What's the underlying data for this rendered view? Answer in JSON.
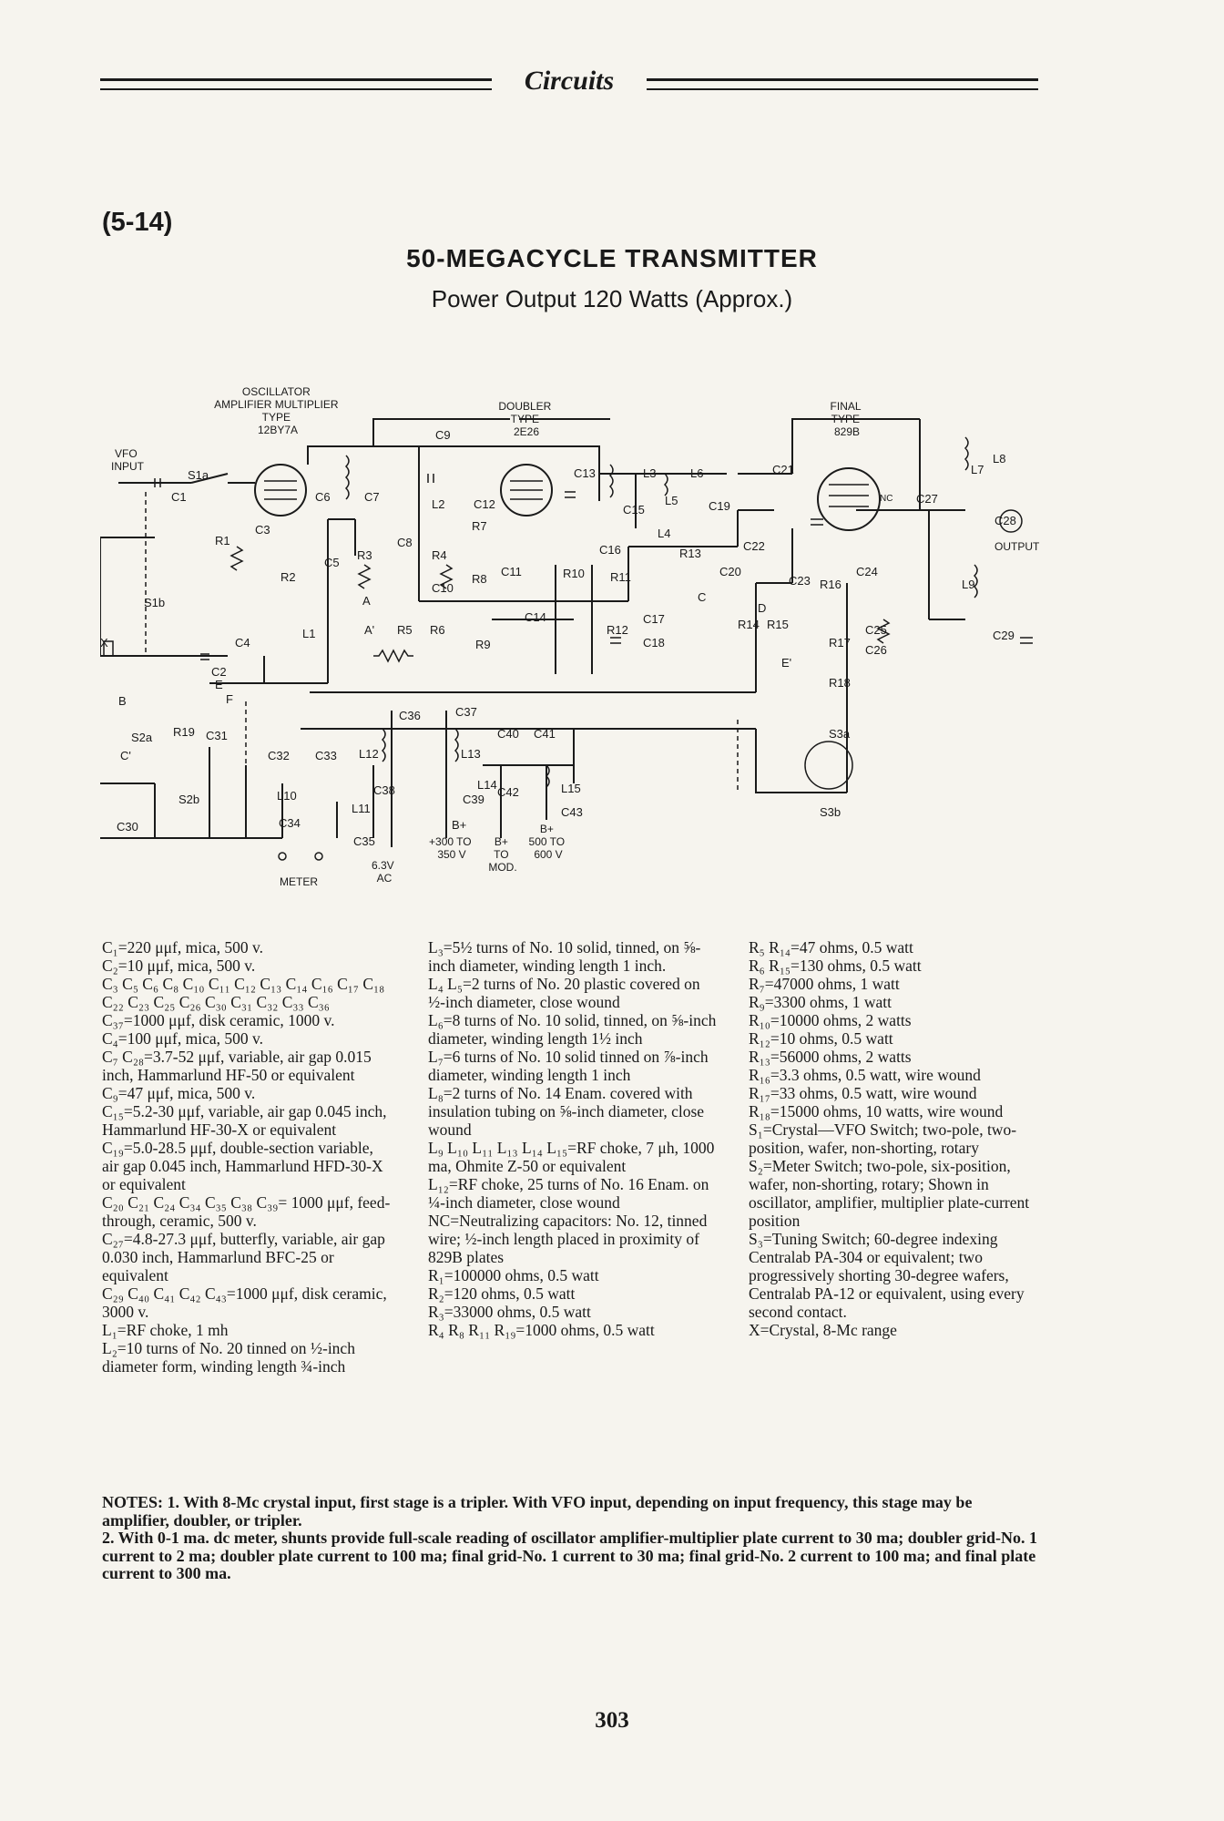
{
  "header": {
    "running_title": "Circuits"
  },
  "section_number": "(5-14)",
  "title": "50-MEGACYCLE TRANSMITTER",
  "subtitle": "Power Output 120 Watts (Approx.)",
  "schematic": {
    "stage_oscillator": [
      "OSCILLATOR",
      "AMPLIFIER MULTIPLIER",
      "TYPE",
      "12BY7A"
    ],
    "stage_doubler": [
      "DOUBLER",
      "TYPE",
      "2E26"
    ],
    "stage_final": [
      "FINAL",
      "TYPE",
      "829B"
    ],
    "vfo_input": [
      "VFO",
      "INPUT"
    ],
    "output": "OUTPUT",
    "meter": "METER",
    "supply_heater": [
      "6.3V",
      "AC"
    ],
    "supply_b1": [
      "+300 TO",
      "350 V"
    ],
    "supply_b2": [
      "B+",
      "TO",
      "MOD."
    ],
    "supply_b3": [
      "B+",
      "500 TO",
      "600 V"
    ],
    "refs": [
      "C1",
      "C2",
      "C3",
      "C4",
      "C5",
      "C6",
      "C7",
      "C8",
      "C9",
      "C10",
      "C11",
      "C12",
      "C13",
      "C14",
      "C15",
      "C16",
      "C17",
      "C18",
      "C19",
      "C20",
      "C21",
      "C22",
      "C23",
      "C24",
      "C25",
      "C26",
      "C27",
      "C28",
      "C29",
      "C30",
      "C31",
      "C32",
      "C33",
      "C34",
      "C35",
      "C36",
      "C37",
      "C38",
      "C39",
      "C40",
      "C41",
      "C42",
      "C43",
      "L1",
      "L2",
      "L3",
      "L4",
      "L5",
      "L6",
      "L7",
      "L8",
      "L9",
      "L10",
      "L11",
      "L12",
      "L13",
      "L14",
      "L15",
      "R1",
      "R2",
      "R3",
      "R4",
      "R5",
      "R6",
      "R7",
      "R8",
      "R9",
      "R10",
      "R11",
      "R12",
      "R13",
      "R14",
      "R15",
      "R16",
      "R17",
      "R18",
      "R19",
      "S1a",
      "S1b",
      "S2a",
      "S2b",
      "S3a",
      "S3b",
      "NC",
      "X",
      "A",
      "B",
      "C",
      "D",
      "E",
      "F",
      "A'",
      "C'",
      "E'",
      "B+"
    ]
  },
  "parts_list": {
    "col1": [
      "C₁=220 μμf, mica, 500 v.",
      "C₂=10 μμf, mica, 500 v.",
      "C₃ C₅ C₆ C₈ C₁₀ C₁₁ C₁₂ C₁₃ C₁₄ C₁₆ C₁₇ C₁₈ C₂₂ C₂₃ C₂₅ C₂₆ C₃₀ C₃₁ C₃₂ C₃₃ C₃₆ C₃₇=1000 μμf, disk ceramic, 1000 v.",
      "C₄=100 μμf, mica, 500 v.",
      "C₇ C₂₈=3.7-52 μμf, variable, air gap 0.015 inch, Hammarlund HF-50 or equivalent",
      "C₉=47 μμf, mica, 500 v.",
      "C₁₅=5.2-30 μμf, variable, air gap 0.045 inch, Hammarlund HF-30-X or equivalent",
      "C₁₉=5.0-28.5 μμf, double-section variable, air gap 0.045 inch, Hammarlund HFD-30-X or equivalent",
      "C₂₀ C₂₁ C₂₄ C₃₄ C₃₅ C₃₈ C₃₉= 1000 μμf, feed-through, ceramic, 500 v.",
      "C₂₇=4.8-27.3 μμf, butterfly, variable, air gap 0.030 inch, Hammarlund BFC-25 or equivalent",
      "C₂₉ C₄₀ C₄₁ C₄₂ C₄₃=1000 μμf, disk ceramic, 3000 v.",
      "L₁=RF choke, 1 mh",
      "L₂=10 turns of No. 20 tinned on ½-inch diameter form, winding length ¾-inch"
    ],
    "col2": [
      "L₃=5½ turns of No. 10 solid, tinned, on ⅝-inch diameter, winding length 1 inch.",
      "L₄ L₅=2 turns of No. 20 plastic covered on ½-inch diameter, close wound",
      "L₆=8 turns of No. 10 solid, tinned, on ⅝-inch diameter, winding length 1½ inch",
      "L₇=6 turns of No. 10 solid tinned on ⅞-inch diameter, winding length 1 inch",
      "L₈=2 turns of No. 14 Enam. covered with insulation tubing on ⅝-inch diameter, close wound",
      "L₉ L₁₀ L₁₁ L₁₃ L₁₄ L₁₅=RF choke, 7 μh, 1000 ma, Ohmite Z-50 or equivalent",
      "L₁₂=RF choke, 25 turns of No. 16 Enam. on ¼-inch diameter, close wound",
      "NC=Neutralizing capacitors: No. 12, tinned wire; ½-inch length placed in proximity of 829B plates",
      "R₁=100000 ohms, 0.5 watt",
      "R₂=120 ohms, 0.5 watt",
      "R₃=33000 ohms, 0.5 watt",
      "R₄ R₈ R₁₁ R₁₉=1000 ohms, 0.5 watt"
    ],
    "col3": [
      "R₅ R₁₄=47 ohms, 0.5 watt",
      "R₆ R₁₅=130 ohms, 0.5 watt",
      "R₇=47000 ohms, 1 watt",
      "R₉=3300 ohms, 1 watt",
      "R₁₀=10000 ohms, 2 watts",
      "R₁₂=10 ohms, 0.5 watt",
      "R₁₃=56000 ohms, 2 watts",
      "R₁₆=3.3 ohms, 0.5 watt, wire wound",
      "R₁₇=33 ohms, 0.5 watt, wire wound",
      "R₁₈=15000 ohms, 10 watts, wire wound",
      "S₁=Crystal—VFO Switch; two-pole, two-position, wafer, non-shorting, rotary",
      "S₂=Meter Switch; two-pole, six-position, wafer, non-shorting, rotary; Shown in oscillator, amplifier, multiplier plate-current position",
      "S₃=Tuning Switch; 60-degree indexing Centralab PA-304 or equivalent; two progressively shorting 30-degree wafers, Centralab PA-12 or equivalent, using every second contact.",
      "X=Crystal, 8-Mc range"
    ]
  },
  "notes": [
    "NOTES: 1. With 8-Mc crystal input, first stage is a tripler. With VFO input, depending on input frequency, this stage may be amplifier, doubler, or tripler.",
    "2. With 0-1 ma. dc meter, shunts provide full-scale reading of oscillator amplifier-multiplier plate current to 30 ma; doubler grid-No. 1 current to 2 ma; doubler plate current to 100 ma; final grid-No. 1 current to 30 ma; final grid-No. 2 current to 100 ma; and final plate current to 300 ma."
  ],
  "page_number": "303"
}
